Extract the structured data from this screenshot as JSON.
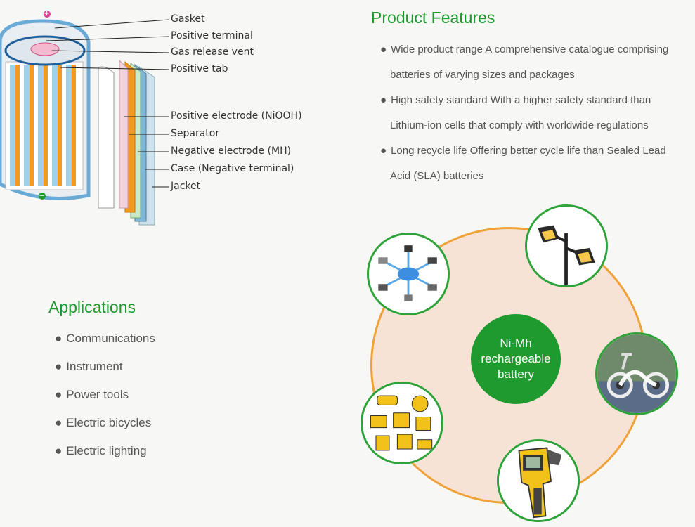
{
  "battery_diagram": {
    "callouts": [
      "Gasket",
      "Positive terminal",
      "Gas release vent",
      "Positive tab",
      "Positive electrode (NiOOH)",
      "Separator",
      "Negative electrode (MH)",
      "Case (Negative terminal)",
      "Jacket"
    ],
    "plus_symbol": "+",
    "minus_symbol": "−"
  },
  "features": {
    "title": "Product Features",
    "lines": [
      {
        "text": "Wide product range A comprehensive catalogue comprising",
        "bullet": true
      },
      {
        "text": "batteries of varying sizes and packages",
        "bullet": false
      },
      {
        "text": "High safety standard With a higher safety standard than",
        "bullet": true
      },
      {
        "text": "Lithium-ion cells that comply with worldwide regulations",
        "bullet": false
      },
      {
        "text": "Long recycle life Offering better cycle life than Sealed Lead",
        "bullet": true
      },
      {
        "text": "Acid (SLA) batteries",
        "bullet": false
      }
    ]
  },
  "applications": {
    "title": "Applications",
    "items": [
      "Communications",
      "Instrument",
      "Power tools",
      "Electric bicycles",
      "Electric lighting"
    ]
  },
  "center": {
    "line1": "Ni-Mh",
    "line2": "rechargeable",
    "line3": "battery"
  },
  "bubbles": {
    "network": "network-icon",
    "lamp": "street-lamp-icon",
    "bicycle": "electric-bicycle-icon",
    "tools": "power-tools-icon",
    "meter": "infrared-thermometer-icon"
  },
  "colors": {
    "accent": "#1f9a2e",
    "circle_fill": "#f7e3d6",
    "circle_border": "#f0a23a"
  },
  "bullet_char": "●"
}
